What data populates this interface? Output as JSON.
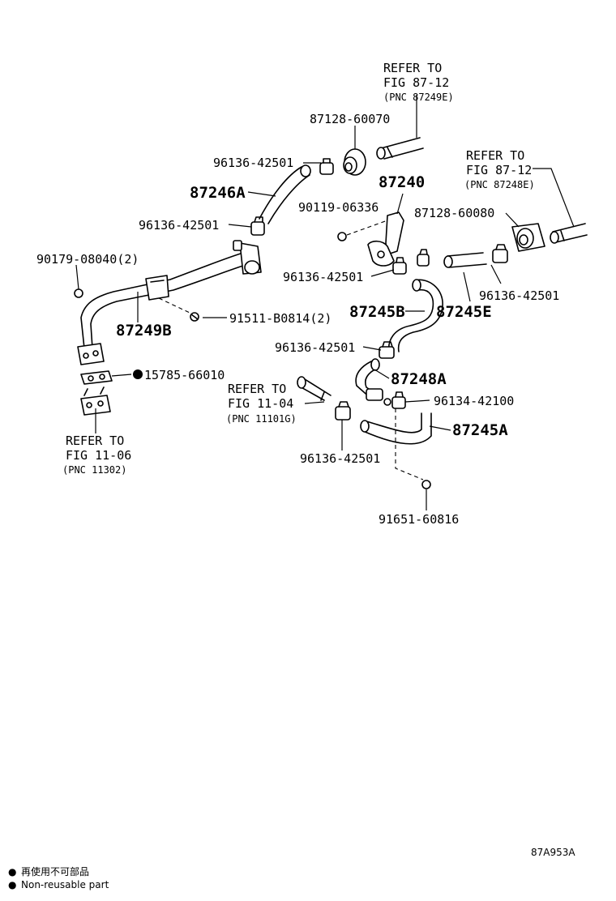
{
  "refer_blocks": [
    {
      "id": "ref-87249e",
      "line1": "REFER TO",
      "line2": "FIG 87-12",
      "line3": "(PNC 87249E)"
    },
    {
      "id": "ref-87248e",
      "line1": "REFER TO",
      "line2": "FIG 87-12",
      "line3": "(PNC 87248E)"
    },
    {
      "id": "ref-11101g",
      "line1": "REFER TO",
      "line2": "FIG 11-04",
      "line3": "(PNC 11101G)"
    },
    {
      "id": "ref-11302",
      "line1": "REFER TO",
      "line2": "FIG 11-06",
      "line3": "(PNC 11302)"
    }
  ],
  "part_labels": {
    "p87128_60070": "87128-60070",
    "p96136_a": "96136-42501",
    "p87246A": "87246A",
    "p87240": "87240",
    "p90119": "90119-06336",
    "p87128_60080": "87128-60080",
    "p96136_b": "96136-42501",
    "p90179": "90179-08040(2)",
    "p96136_c": "96136-42501",
    "p96136_d": "96136-42501",
    "p87245B": "87245B",
    "p87245E": "87245E",
    "p87249B": "87249B",
    "p91511": "91511-B0814(2)",
    "p96136_e": "96136-42501",
    "p87248A": "87248A",
    "p15785": "15785-66010",
    "p96134": "96134-42100",
    "p87245A": "87245A",
    "p96136_f": "96136-42501",
    "p91651": "91651-60816"
  },
  "diagram_code": "87A953A",
  "legend": [
    {
      "symbol": "●",
      "text": "再使用不可部品"
    },
    {
      "symbol": "●",
      "text": "Non-reusable part"
    }
  ]
}
